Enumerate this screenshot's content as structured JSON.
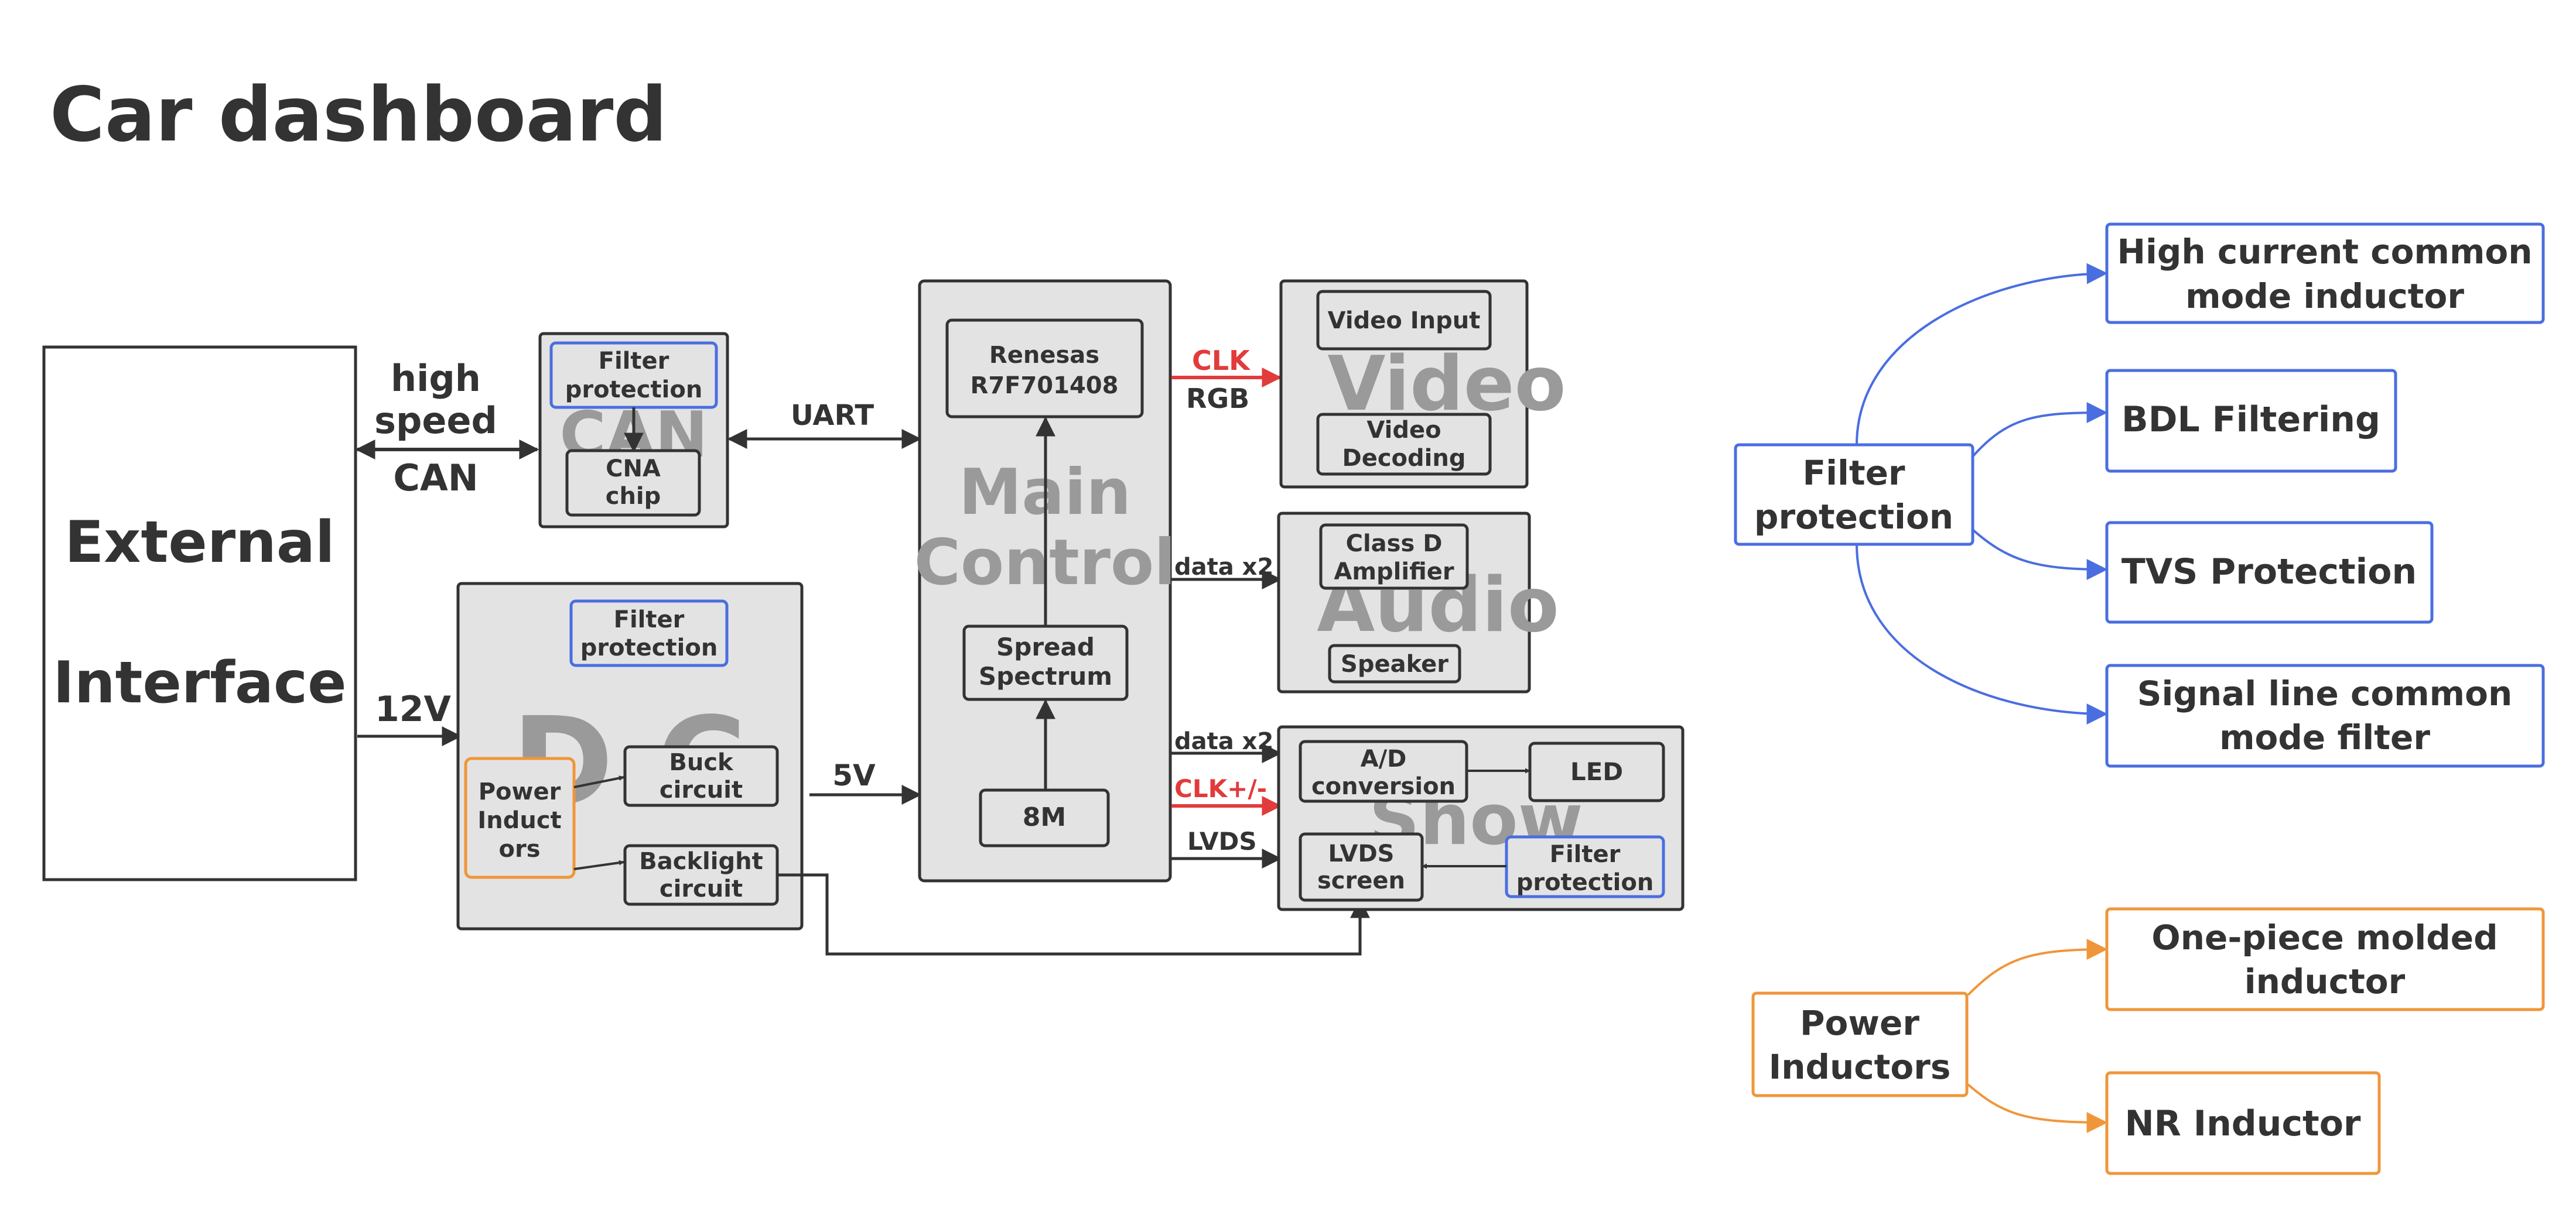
{
  "title": "Car dashboard",
  "colors": {
    "group_fill": "#e3e3e3",
    "box_fill": "#e3e3e3",
    "stroke": "#333333",
    "watermark": "#9a9a9a",
    "blue": "#4a6ee0",
    "orange": "#f0963a",
    "red": "#e23b3b"
  },
  "external": {
    "line1": "External",
    "line2": "Interface"
  },
  "links": {
    "high_speed_can": {
      "line1": "high",
      "line2": "speed",
      "line3": "CAN"
    },
    "v12": "12V",
    "uart": "UART",
    "v5": "5V",
    "clk": "CLK",
    "rgb": "RGB",
    "data_audio": "data x2",
    "data_show": "data x2",
    "clk_pm": "CLK+/-",
    "lvds": "LVDS"
  },
  "can": {
    "watermark": "CAN",
    "filter": {
      "line1": "Filter",
      "line2": "protection"
    },
    "chip": {
      "line1": "CNA",
      "line2": "chip"
    }
  },
  "dc": {
    "watermark": "D C",
    "filter": {
      "line1": "Filter",
      "line2": "protection"
    },
    "power": {
      "line1": "Power",
      "line2": "Induct",
      "line3": "ors"
    },
    "buck": {
      "line1": "Buck",
      "line2": "circuit"
    },
    "backlight": {
      "line1": "Backlight",
      "line2": "circuit"
    }
  },
  "main": {
    "watermark1": "Main",
    "watermark2": "Control",
    "renesas": {
      "line1": "Renesas",
      "line2": "R7F701408"
    },
    "spread": {
      "line1": "Spread",
      "line2": "Spectrum"
    },
    "osc": "8M"
  },
  "video": {
    "watermark": "Video",
    "input": "Video Input",
    "decoding": {
      "line1": "Video",
      "line2": "Decoding"
    }
  },
  "audio": {
    "watermark": "Audio",
    "amp": {
      "line1": "Class D",
      "line2": "Amplifier"
    },
    "speaker": "Speaker"
  },
  "show": {
    "watermark": "Show",
    "ad": {
      "line1": "A/D",
      "line2": "conversion"
    },
    "led": "LED",
    "lvds_screen": {
      "line1": "LVDS",
      "line2": "screen"
    },
    "filter": {
      "line1": "Filter",
      "line2": "protection"
    }
  },
  "filter_tree": {
    "root": {
      "line1": "Filter",
      "line2": "protection"
    },
    "children": [
      {
        "line1": "High current common",
        "line2": "mode inductor"
      },
      {
        "line1": "BDL Filtering"
      },
      {
        "line1": "TVS Protection"
      },
      {
        "line1": "Signal line common",
        "line2": "mode filter"
      }
    ]
  },
  "power_tree": {
    "root": {
      "line1": "Power",
      "line2": "Inductors"
    },
    "children": [
      {
        "line1": "One-piece molded",
        "line2": "inductor"
      },
      {
        "line1": "NR Inductor"
      }
    ]
  }
}
